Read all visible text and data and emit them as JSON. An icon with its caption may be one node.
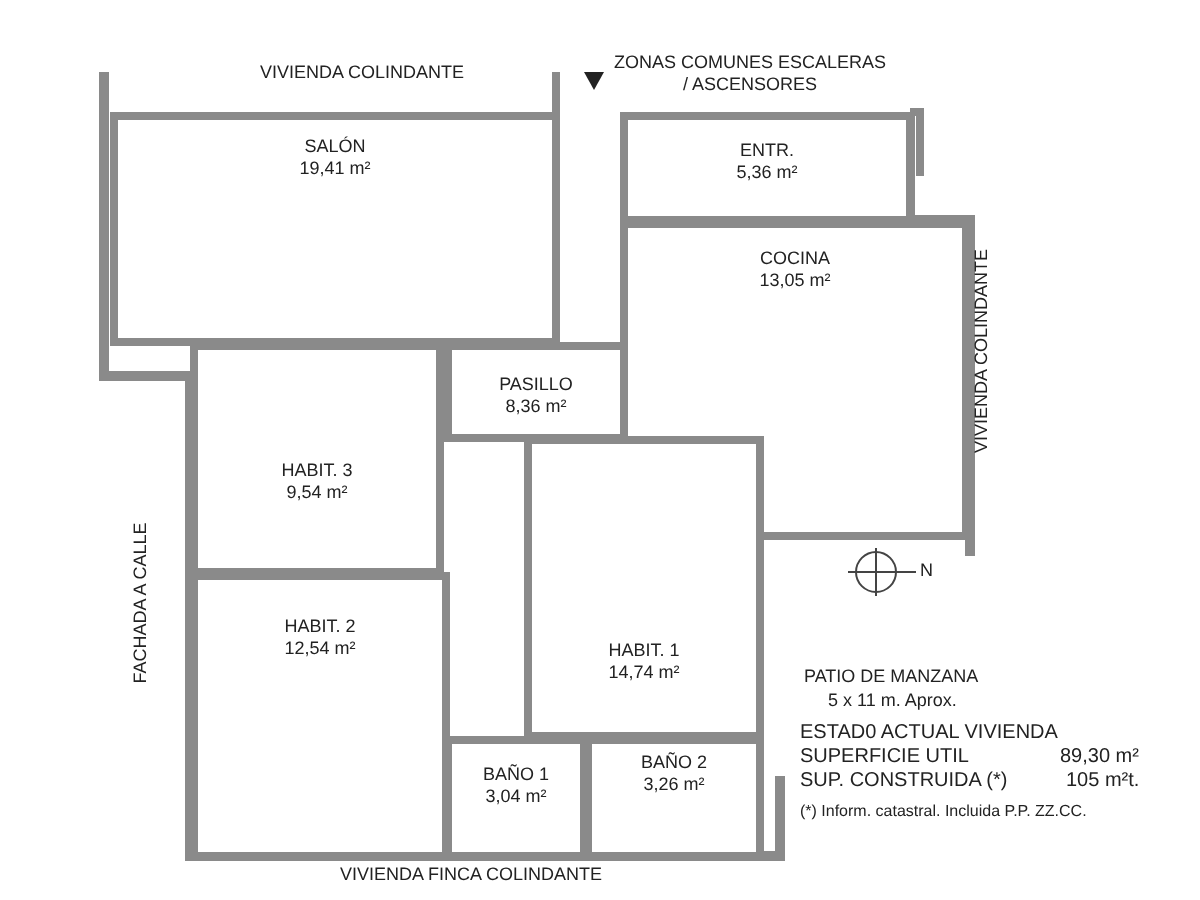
{
  "diagram": {
    "nodes": [
      {
        "text": [
          "SALÓN",
          "19,41 m²"
        ]
      },
      {
        "text": [
          "ENTR.",
          "5,36 m²"
        ]
      },
      {
        "text": [
          "COCINA",
          "13,05 m²"
        ]
      },
      {
        "text": [
          "PASILLO",
          "8,36 m²"
        ]
      },
      {
        "text": [
          "HABIT. 3",
          "9,54 m²"
        ]
      },
      {
        "text": [
          "HABIT. 1",
          "14,74 m²"
        ]
      },
      {
        "text": [
          "HABIT. 2",
          "12,54 m²"
        ]
      },
      {
        "text": [
          "BAÑO 1",
          "3,04 m²"
        ]
      },
      {
        "text": [
          "BAÑO 2",
          "3,26 m²"
        ]
      }
    ],
    "edges": [],
    "labels": [
      "VIVIENDA COLINDANTE",
      "ZONAS COMUNES ESCALERAS / ASCENSORES",
      "VIVIENDA COLINDANTE",
      "FACHADA A CALLE",
      "N",
      "PATIO DE MANZANA",
      "5 x 11 m. Aprox.",
      "ESTAD0 ACTUAL VIVIENDA",
      "SUPERFICIE UTIL",
      "89,30 m²",
      "SUP. CONSTRUIDA (*)",
      "105 m²t.",
      "(*) Inform. catastral. Incluida P.P. ZZ.CC.",
      "VIVIENDA FINCA COLINDANTE"
    ]
  }
}
